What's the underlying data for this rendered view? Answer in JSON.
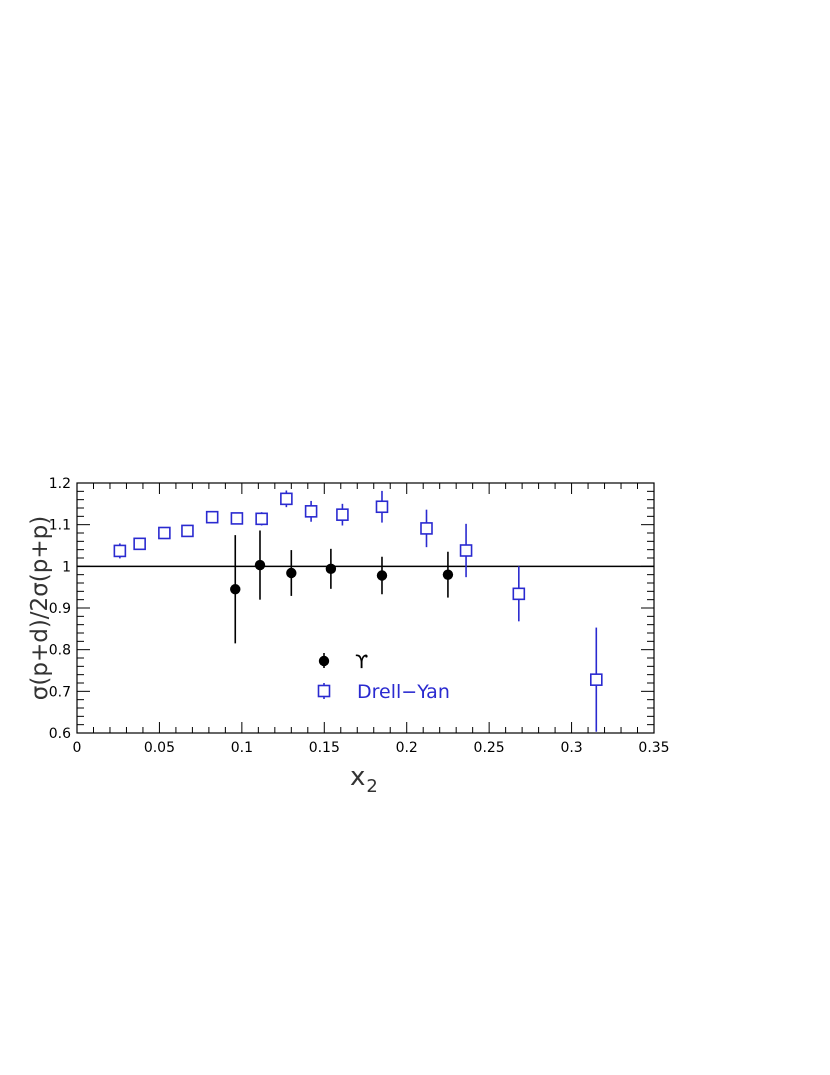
{
  "chart_data": {
    "type": "scatter",
    "title": "",
    "xlabel": "x",
    "xlabel_sub": "2",
    "ylabel": "σ(p+d)/2σ(p+p)",
    "xlim": [
      0,
      0.35
    ],
    "ylim": [
      0.6,
      1.2
    ],
    "x_ticks": [
      "0",
      "0.05",
      "0.1",
      "0.15",
      "0.2",
      "0.25",
      "0.3",
      "0.35"
    ],
    "y_ticks": [
      "0.6",
      "0.7",
      "0.8",
      "0.9",
      "1",
      "1.1",
      "1.2"
    ],
    "reference_line": 1.0,
    "grid": false,
    "legend_position": "center",
    "colors": {
      "upsilon": "#000000",
      "drell_yan": "#2a2ad0"
    },
    "series": [
      {
        "name": "ϒ",
        "marker": "filled-circle",
        "points": [
          {
            "x": 0.096,
            "y": 0.945,
            "err": 0.13
          },
          {
            "x": 0.111,
            "y": 1.003,
            "err": 0.083
          },
          {
            "x": 0.13,
            "y": 0.984,
            "err": 0.055
          },
          {
            "x": 0.154,
            "y": 0.994,
            "err": 0.048
          },
          {
            "x": 0.185,
            "y": 0.978,
            "err": 0.045
          },
          {
            "x": 0.225,
            "y": 0.98,
            "err": 0.055
          }
        ]
      },
      {
        "name": "Drell−Yan",
        "marker": "open-square",
        "points": [
          {
            "x": 0.026,
            "y": 1.037,
            "err": 0.018
          },
          {
            "x": 0.038,
            "y": 1.054,
            "err": 0.012
          },
          {
            "x": 0.053,
            "y": 1.08,
            "err": 0.012
          },
          {
            "x": 0.067,
            "y": 1.085,
            "err": 0.012
          },
          {
            "x": 0.082,
            "y": 1.118,
            "err": 0.012
          },
          {
            "x": 0.097,
            "y": 1.115,
            "err": 0.012
          },
          {
            "x": 0.112,
            "y": 1.114,
            "err": 0.016
          },
          {
            "x": 0.127,
            "y": 1.162,
            "err": 0.02
          },
          {
            "x": 0.142,
            "y": 1.132,
            "err": 0.025
          },
          {
            "x": 0.161,
            "y": 1.124,
            "err": 0.026
          },
          {
            "x": 0.185,
            "y": 1.143,
            "err": 0.038
          },
          {
            "x": 0.212,
            "y": 1.091,
            "err": 0.045
          },
          {
            "x": 0.236,
            "y": 1.038,
            "err": 0.064
          },
          {
            "x": 0.268,
            "y": 0.934,
            "err": 0.066
          },
          {
            "x": 0.315,
            "y": 0.728,
            "err": 0.125
          }
        ]
      }
    ]
  }
}
